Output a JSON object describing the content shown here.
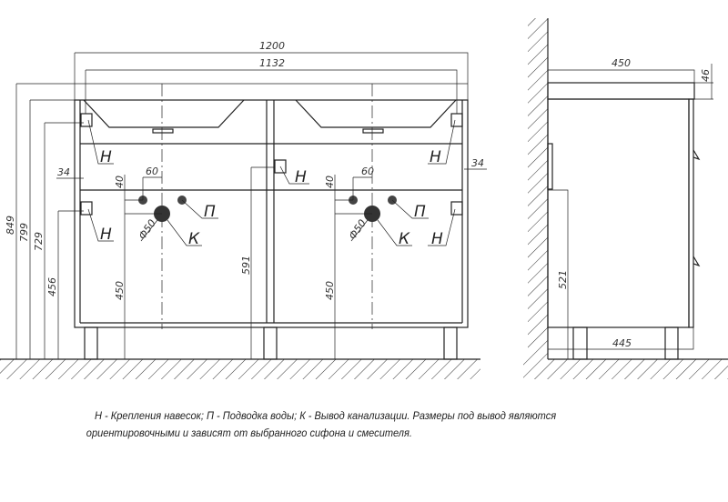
{
  "front_view": {
    "width_total": "1200",
    "width_inner": "1132",
    "height_total": "849",
    "height_cabinet": "799",
    "height_upper_mount": "729",
    "height_lower_mount": "456",
    "mount_offset_left": "34",
    "mount_offset_right": "34",
    "pipe_spacing_left": "60",
    "pipe_spacing_right": "60",
    "pipe_offset_left": "40",
    "pipe_offset_right": "40",
    "drain_diameter_left": "Ф50",
    "drain_diameter_right": "Ф50",
    "drain_height_left": "450",
    "drain_height_right": "450",
    "center_mount_height": "591",
    "label_mount": "Н",
    "label_water": "П",
    "label_drain": "К"
  },
  "side_view": {
    "depth_top": "450",
    "top_thickness": "46",
    "depth_bottom": "445",
    "back_opening_height": "521"
  },
  "caption": {
    "line1": "Н - Крепления навесок; П - Подводка воды; К - Вывод канализации. Размеры под вывод являются",
    "line2": "ориентировочными и зависят от выбранного сифона и смесителя."
  }
}
